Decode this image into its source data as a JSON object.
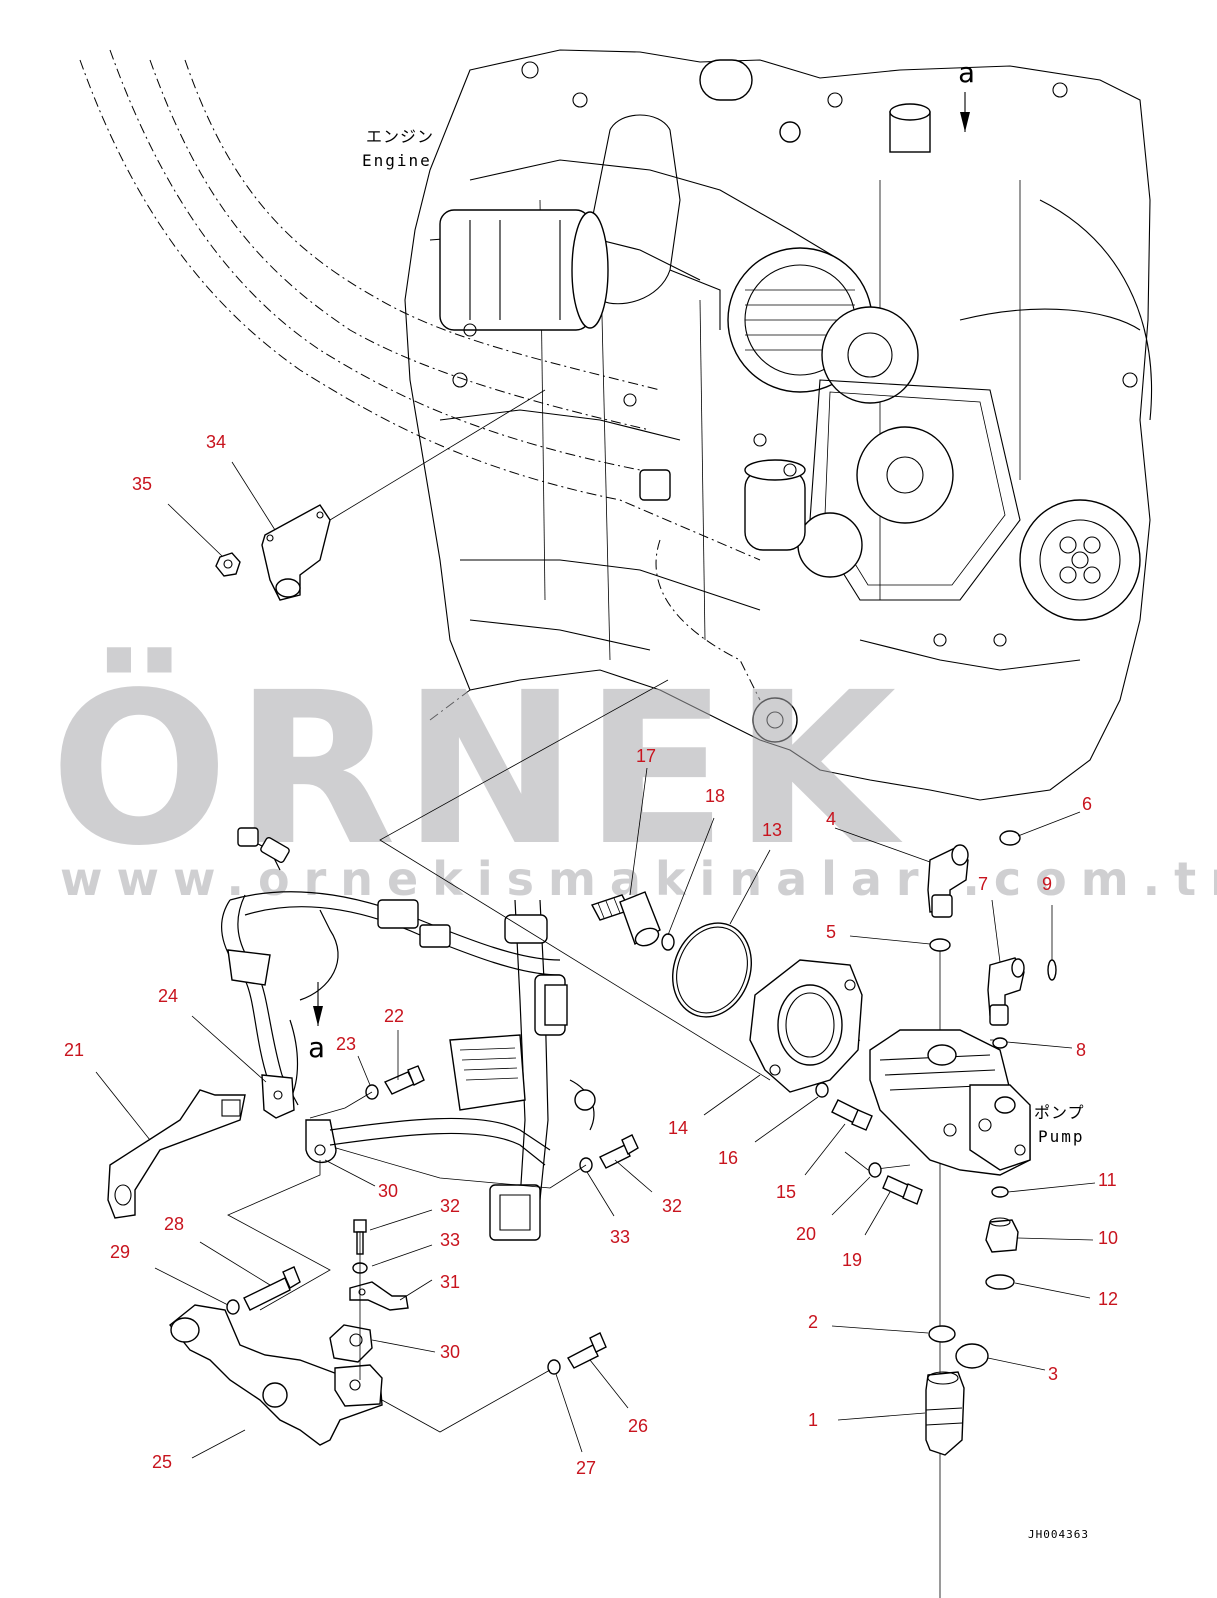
{
  "watermark": {
    "brand": "ÖRNEK",
    "url": "www.ornekismakinalari.com.tr",
    "accent_color": "#f5d98a",
    "text_color": "#a9a9ad"
  },
  "labels": {
    "engine_jp": "エンジン",
    "engine_en": "Engine",
    "pump_jp": "ポンプ",
    "pump_en": "Pump",
    "view_a_top": "a",
    "view_a_bottom": "a",
    "drawing_code": "JH004363"
  },
  "callouts": [
    "34",
    "35",
    "17",
    "18",
    "13",
    "4",
    "6",
    "5",
    "7",
    "9",
    "8",
    "21",
    "24",
    "23",
    "22",
    "14",
    "16",
    "15",
    "11",
    "30",
    "32",
    "33",
    "32",
    "20",
    "19",
    "10",
    "28",
    "29",
    "33",
    "31",
    "12",
    "2",
    "3",
    "30",
    "26",
    "25",
    "27",
    "1"
  ],
  "callout_color": "#c8141e"
}
